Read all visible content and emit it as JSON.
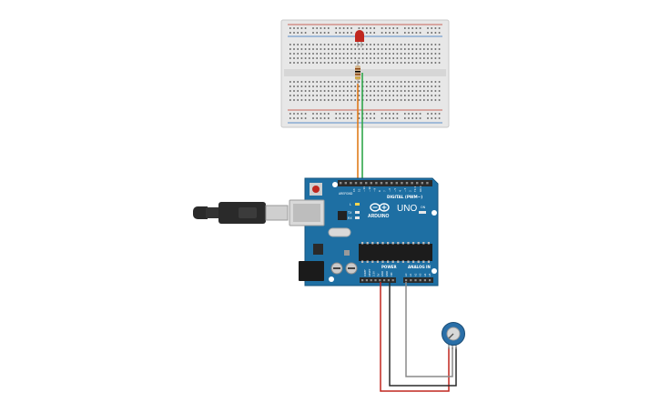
{
  "board": {
    "brand": "ARDUINO",
    "model": "UNO",
    "digital_label": "DIGITAL (PWM~)",
    "power_label": "POWER",
    "analog_label": "ANALOG IN",
    "l_label": "L",
    "tx_label": "TX",
    "rx_label": "RX",
    "on_label": "ON",
    "aref_label": "AREF",
    "gnd_label": "GND",
    "digital_pins": [
      "13",
      "12",
      "~11",
      "~10",
      "~9",
      "8",
      "7",
      "~6",
      "~5",
      "4",
      "~3",
      "2",
      "TX 1",
      "RX 0"
    ],
    "power_pins": [
      "IOREF",
      "RESET",
      "3.3V",
      "5V",
      "GND",
      "GND",
      "VIN"
    ],
    "analog_pins": [
      "A0",
      "A1",
      "A2",
      "A3",
      "A4",
      "A5"
    ],
    "board_color": "#1e6fa3",
    "header_color": "#2b2b2b"
  },
  "breadboard": {
    "body_color": "#e7e7e7",
    "rail_red": "#c0392b",
    "rail_blue": "#2c6fbf"
  },
  "components": {
    "led": {
      "color": "#c0271f"
    },
    "resistor": {
      "body": "#d2b48c"
    },
    "potentiometer": {
      "color": "#2a6fa8"
    },
    "usb_cable": {
      "color": "#2a2a2a"
    }
  },
  "wires": {
    "orange": "#e07b1a",
    "green": "#2fa64a",
    "red": "#c0271f",
    "black": "#2a2a2a",
    "gray": "#8a8a8a"
  }
}
